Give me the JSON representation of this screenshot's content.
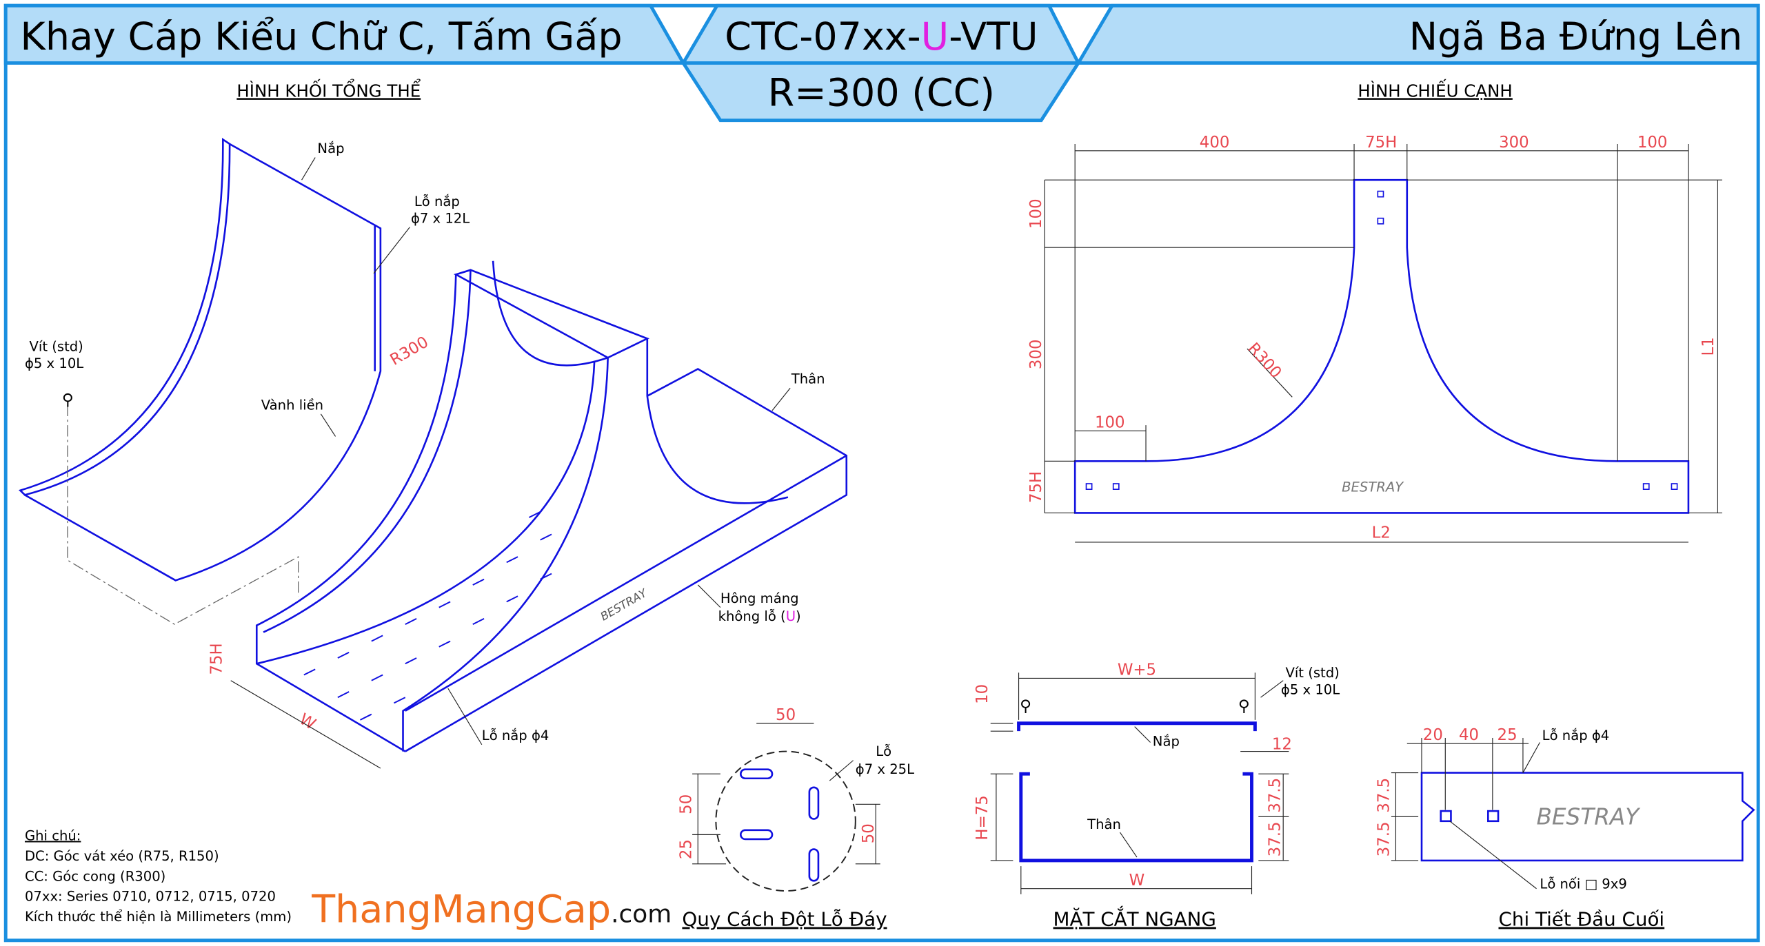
{
  "header": {
    "left_title": "Khay Cáp Kiểu Chữ C, Tấm Gấp",
    "code_prefix": "CTC-07xx-",
    "code_u": "U",
    "code_suffix": "-VTU",
    "radius": "R=300 (CC)",
    "right_title": "Ngã Ba Đứng Lên"
  },
  "views": {
    "iso_title": "HÌNH KHỐI TỔNG THỂ",
    "side_title": "HÌNH CHIẾU CẠNH",
    "hole_title": "Quy Cách Đột Lỗ Đáy",
    "section_title": "MẶT CẮT NGANG",
    "end_title": "Chi Tiết Đầu Cuối"
  },
  "iso_labels": {
    "cover": "Nắp",
    "cover_hole": "Lỗ nắp",
    "cover_hole_size": "ϕ7 x 12L",
    "screw": "Vít (std)",
    "screw_size": "ϕ5 x 10L",
    "rim": "Vành liền",
    "radius": "R300",
    "body": "Thân",
    "side_a": "Hông máng",
    "side_b": "không lỗ (",
    "side_u": "U",
    "side_c": ")",
    "cover_hole4": "Lỗ nắp ϕ4",
    "h": "75H",
    "w": "W",
    "brand": "BESTRAY"
  },
  "side_dims": {
    "d400": "400",
    "d75h_top": "75H",
    "d300": "300",
    "d100_right": "100",
    "d100_left": "100",
    "d300_left": "300",
    "d75h_left": "75H",
    "d100_inner": "100",
    "radius": "R300",
    "l1": "L1",
    "l2": "L2",
    "brand": "BESTRAY"
  },
  "hole_dims": {
    "d50_top": "50",
    "d50_left": "50",
    "d25": "25",
    "d50_right": "50",
    "label": "Lỗ",
    "size": "ϕ7 x 25L"
  },
  "section": {
    "w5": "W+5",
    "screw": "Vít (std)",
    "screw_size": "ϕ5 x 10L",
    "d10": "10",
    "cover": "Nắp",
    "d12": "12",
    "h75": "H=75",
    "d375a": "37.5",
    "d375b": "37.5",
    "body": "Thân",
    "w": "W"
  },
  "end_detail": {
    "d20": "20",
    "d40": "40",
    "d25": "25",
    "cover_hole": "Lỗ nắp ϕ4",
    "d375a": "37.5",
    "d375b": "37.5",
    "join_hole": "Lỗ nối □ 9x9",
    "brand": "BESTRAY"
  },
  "notes": {
    "title": "Ghi chú:",
    "lines": [
      "DC: Góc vát xéo (R75, R150)",
      "CC: Góc cong (R300)",
      "07xx: Series 0710, 0712, 0715, 0720",
      "Kích thước thể hiện là Millimeters (mm)"
    ]
  },
  "logo": {
    "main": "ThangMangCap",
    "suffix": ".com"
  },
  "colors": {
    "frame": "#1a8fe0",
    "band": "#b3dcf8",
    "line": "#1010e0",
    "dim": "#e8474f",
    "accent": "#e020e0",
    "logo": "#f07020"
  }
}
